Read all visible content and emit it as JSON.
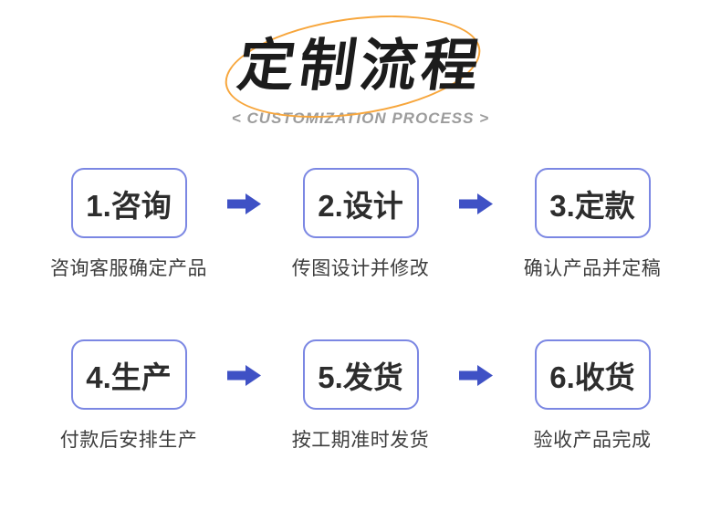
{
  "page": {
    "title": "定制流程",
    "subtitle": "< CUSTOMIZATION PROCESS >",
    "colors": {
      "accent_arrow_blue": "#3f51c5",
      "box_border_blue": "#7b87e3",
      "ellipse_orange": "#f7a63c",
      "title_text": "#1c1c1c",
      "step_label_text": "#2d2d2d",
      "caption_text": "#3d3d3d",
      "subtitle_text": "#9c9c9c",
      "background": "#ffffff"
    }
  },
  "steps": [
    {
      "label": "1.咨询",
      "caption": "咨询客服确定产品"
    },
    {
      "label": "2.设计",
      "caption": "传图设计并修改"
    },
    {
      "label": "3.定款",
      "caption": "确认产品并定稿"
    },
    {
      "label": "4.生产",
      "caption": "付款后安排生产"
    },
    {
      "label": "5.发货",
      "caption": "按工期准时发货"
    },
    {
      "label": "6.收货",
      "caption": "验收产品完成"
    }
  ]
}
